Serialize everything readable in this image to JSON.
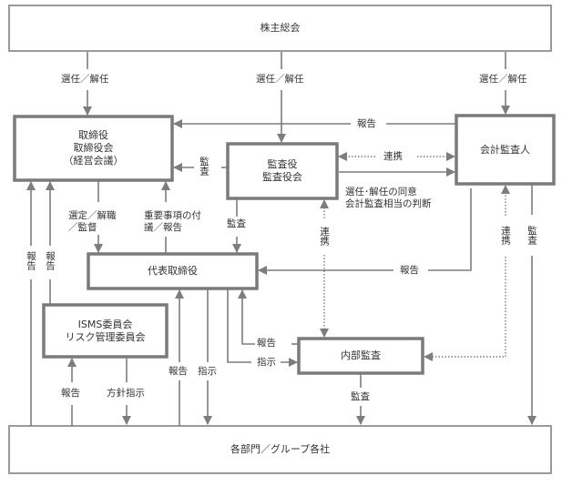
{
  "nodes": {
    "shareholders": "株主総会",
    "board": "取締役\n取締役会\n（経営会議）",
    "auditors": "監査役\n監査役会",
    "accounting_auditor": "会計監査人",
    "president": "代表取締役",
    "isms": "ISMS委員会\nリスク管理委員会",
    "internal_audit": "内部監査",
    "departments": "各部門／グループ各社"
  },
  "edges": {
    "elect_board": "選任／解任",
    "elect_auditors": "選任／解任",
    "elect_accounting": "選任／解任",
    "report_accounting_to_board": "報告",
    "audit_auditors_to_board": "監査",
    "cooperate_auditors_accounting": "連携",
    "consent": "選任･解任の同意\n会計監査相当の判断",
    "appoint_dismiss": "選定／解職\n／監督",
    "important_matters": "重要事項の付\n議／報告",
    "audit_auditors_to_president": "監査",
    "cooperate_auditors_internal": "連携",
    "cooperate_accounting_internal": "連携",
    "audit_accounting_to_departments": "監査",
    "report_accounting_to_president": "報告",
    "report_dept_to_board_1": "報告",
    "report_dept_to_board_2": "報告",
    "report_internal_to_president": "報告",
    "instruct_president_to_internal": "指示",
    "report_dept_to_president": "報告",
    "instruct_president_to_dept": "指示",
    "report_dept_to_isms": "報告",
    "policy_isms_to_dept": "方針指示",
    "audit_internal_to_departments": "監査"
  }
}
